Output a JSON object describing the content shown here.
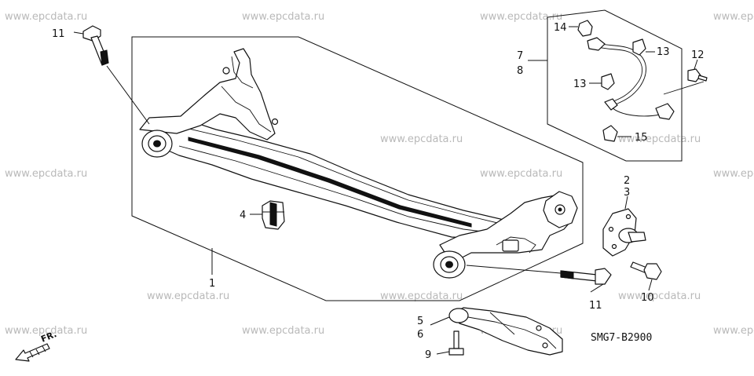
{
  "watermark": "www.epcdata.ru",
  "diagram_code": "SMG7-B2900",
  "direction_label": "FR.",
  "callouts": {
    "c1": "1",
    "c2": "2",
    "c3": "3",
    "c4": "4",
    "c5": "5",
    "c6": "6",
    "c7": "7",
    "c8": "8",
    "c9": "9",
    "c10": "10",
    "c11a": "11",
    "c11b": "11",
    "c12": "12",
    "c13a": "13",
    "c13b": "13",
    "c14": "14",
    "c15": "15"
  },
  "parts": {
    "rear_axle_beam": "rear-axle-beam",
    "axle_stopper": "axle-stopper",
    "hub_carrier": "hub-carrier",
    "abs_sensor": "abs-speed-sensor",
    "lower_arm": "lower-arm",
    "bolts": "flange-bolts"
  }
}
